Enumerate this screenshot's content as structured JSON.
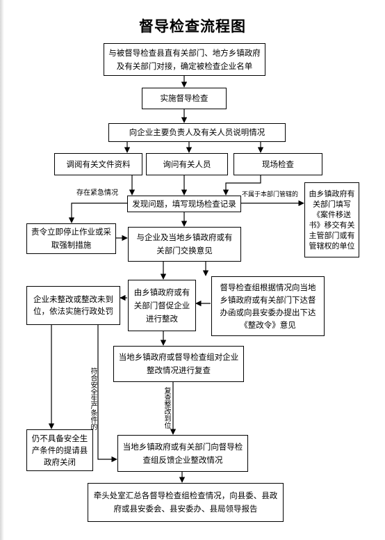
{
  "title": "督导检查流程图",
  "nodes": {
    "n1": "与被督导检查县直有关部门、地方乡镇政府及有关部门对接，确定被检查企业名单",
    "n2": "实施督导检查",
    "n3": "向企业主要负责人及有关人员说明情况",
    "n4a": "调阅有关文件资料",
    "n4b": "询问有关人员",
    "n4c": "现场检查",
    "n5": "发现问题，填写现场检查记录",
    "n6": "由乡镇政府有关部门填写《案件移送书》移交有关主管部门或有管辖权的单位",
    "n7": "责令立即停止作业或采取强制措施",
    "n8": "与企业及当地乡镇政府或有关部门交换意见",
    "n9": "由乡镇政府或有关部门督促企业进行整改",
    "n10": "督导检查组根据情况向当地乡镇政府或有关部门下达督办函或向县安委办提出下达《整改令》意见",
    "n11": "企业未整改或整改未到位，依法实施行政处罚",
    "n12": "当地乡镇政府或督导检查组对企业整改情况进行复查",
    "n13": "仍不具备安全生产条件的提请县政府关闭",
    "n14": "当地乡镇政府或有关部门向督导检查组反馈企业整改情况",
    "n15": "牵头处室汇总各督导检查组检查情况，向县委、县政府或县安委会、县安委办、县局领导报告"
  },
  "labels": {
    "urgent": "存在紧急情况",
    "not_jurisdiction": "不属于本部门管辖的",
    "meets_safety": "符合安全生产条件的",
    "recheck_ok": "复查整改到位"
  }
}
